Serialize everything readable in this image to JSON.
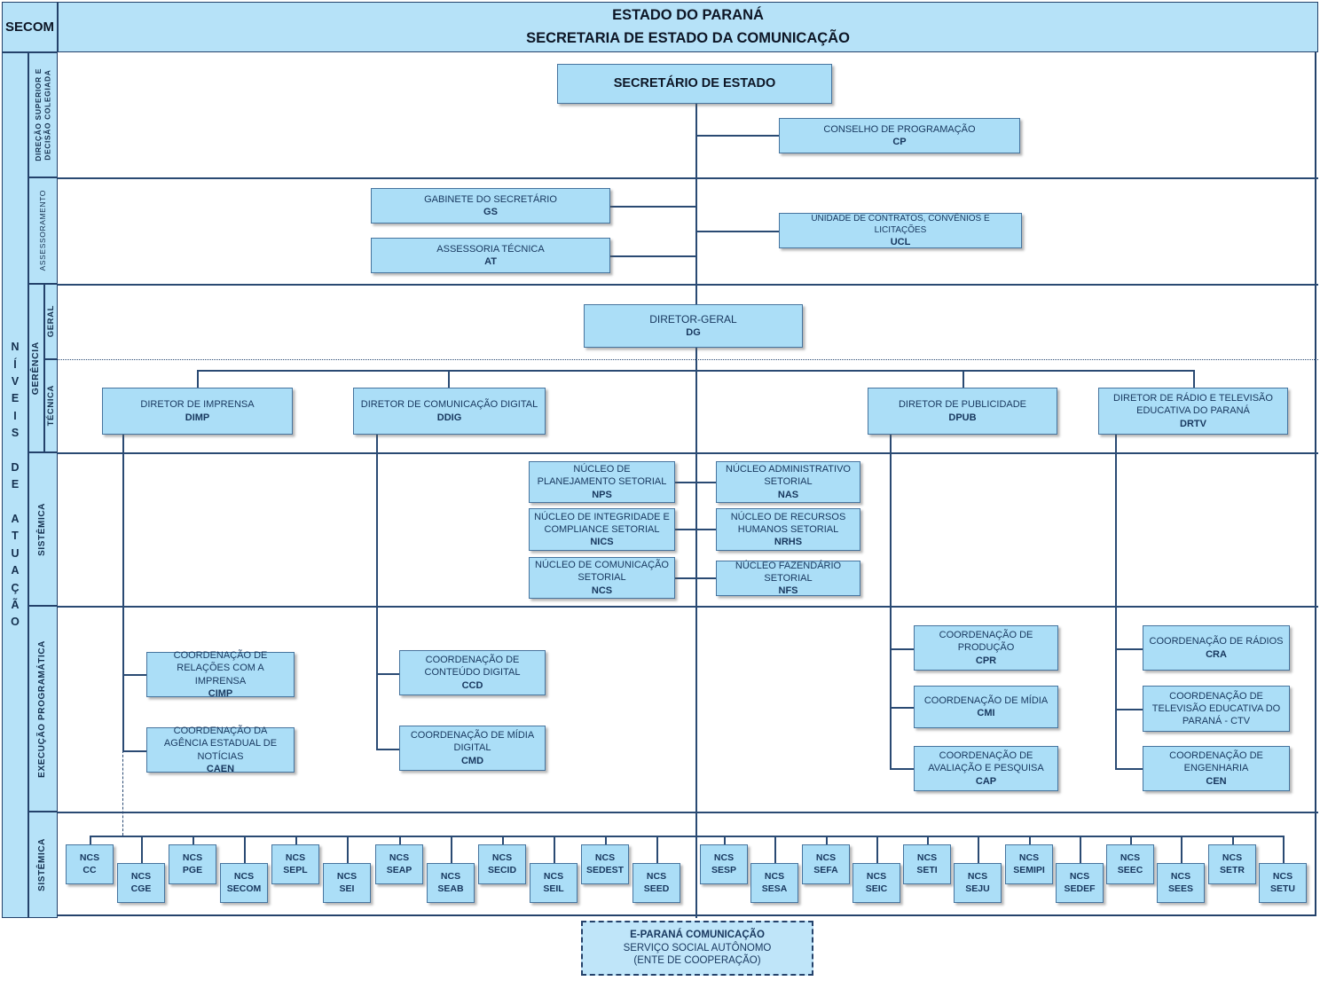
{
  "header": {
    "corner": "SECOM",
    "title_line1": "ESTADO DO PARANÁ",
    "title_line2": "SECRETARIA DE ESTADO DA COMUNICAÇÃO"
  },
  "rail": {
    "niveis_letters": "N\nÍ\nV\nE\nI\nS\n\nD\nE\n\nA\nT\nU\nA\nÇ\nÃ\nO",
    "direcao": "DIREÇÃO SUPERIOR E\nDECISÃO COLEGIADA",
    "assessoramento": "ASSESSORAMENTO",
    "gerencia": "GERÊNCIA",
    "geral": "GERAL",
    "tecnica": "TÉCNICA",
    "sistemica_top": "SISTÊMICA",
    "execucao": "EXECUÇÃO PROGRAMÁTICA",
    "sistemica_bottom": "SISTÊMICA"
  },
  "boxes": {
    "secretario": {
      "name": "SECRETÁRIO DE ESTADO"
    },
    "cp": {
      "name": "CONSELHO DE PROGRAMAÇÃO",
      "code": "CP"
    },
    "gs": {
      "name": "GABINETE DO SECRETÁRIO",
      "code": "GS"
    },
    "at": {
      "name": "ASSESSORIA TÉCNICA",
      "code": "AT"
    },
    "ucl": {
      "name": "UNIDADE DE CONTRATOS, CONVÊNIOS E LICITAÇÕES",
      "code": "UCL"
    },
    "dg": {
      "name": "DIRETOR-GERAL",
      "code": "DG"
    },
    "dimp": {
      "name": "DIRETOR DE IMPRENSA",
      "code": "DIMP"
    },
    "ddig": {
      "name": "DIRETOR DE COMUNICAÇÃO DIGITAL",
      "code": "DDIG"
    },
    "dpub": {
      "name": "DIRETOR DE PUBLICIDADE",
      "code": "DPUB"
    },
    "drtv": {
      "name": "DIRETOR DE RÁDIO E TELEVISÃO EDUCATIVA DO PARANÁ",
      "code": "DRTV"
    },
    "nps": {
      "name": "NÚCLEO DE PLANEJAMENTO SETORIAL",
      "code": "NPS"
    },
    "nas": {
      "name": "NÚCLEO ADMINISTRATIVO SETORIAL",
      "code": "NAS"
    },
    "nics": {
      "name": "NÚCLEO DE INTEGRIDADE E COMPLIANCE SETORIAL",
      "code": "NICS"
    },
    "nrhs": {
      "name": "NÚCLEO DE RECURSOS HUMANOS SETORIAL",
      "code": "NRHS"
    },
    "ncs": {
      "name": "NÚCLEO DE COMUNICAÇÃO SETORIAL",
      "code": "NCS"
    },
    "nfs": {
      "name": "NÚCLEO FAZENDÁRIO SETORIAL",
      "code": "NFS"
    },
    "cimp": {
      "name": "COORDENAÇÃO DE RELAÇÕES COM A IMPRENSA",
      "code": "CIMP"
    },
    "caen": {
      "name": "COORDENAÇÃO DA AGÊNCIA ESTADUAL DE NOTÍCIAS",
      "code": "CAEN"
    },
    "ccd": {
      "name": "COORDENAÇÃO DE CONTEÚDO DIGITAL",
      "code": "CCD"
    },
    "cmd": {
      "name": "COORDENAÇÃO DE MÍDIA DIGITAL",
      "code": "CMD"
    },
    "cpr": {
      "name": "COORDENAÇÃO DE PRODUÇÃO",
      "code": "CPR"
    },
    "cmi": {
      "name": "COORDENAÇÃO DE MÍDIA",
      "code": "CMI"
    },
    "cap": {
      "name": "COORDENAÇÃO DE AVALIAÇÃO E PESQUISA",
      "code": "CAP"
    },
    "cra": {
      "name": "COORDENAÇÃO DE RÁDIOS",
      "code": "CRA"
    },
    "ctv": {
      "name": "COORDENAÇÃO DE TELEVISÃO EDUCATIVA DO PARANÁ - CTV",
      "code": ""
    },
    "cen": {
      "name": "COORDENAÇÃO DE ENGENHARIA",
      "code": "CEN"
    },
    "eparana": {
      "line1": "E-PARANÁ COMUNICAÇÃO",
      "line2": "SERVIÇO SOCIAL AUTÔNOMO",
      "line3": "(ENTE DE COOPERAÇÃO)"
    }
  },
  "ncs_row": {
    "prefix": "NCS",
    "left_group": [
      "CC",
      "CGE",
      "PGE",
      "SECOM",
      "SEPL",
      "SEI",
      "SEAP",
      "SEAB",
      "SECID",
      "SEIL",
      "SEDEST",
      "SEED"
    ],
    "right_group": [
      "SESP",
      "SESA",
      "SEFA",
      "SEIC",
      "SETI",
      "SEJU",
      "SEMIPI",
      "SEDEF",
      "SEEC",
      "SEES",
      "SETR",
      "SETU"
    ]
  },
  "colors": {
    "box_fill": "#abdef7",
    "rail_fill": "#b6e2f8",
    "line": "#2a4a73",
    "text": "#17375e"
  }
}
